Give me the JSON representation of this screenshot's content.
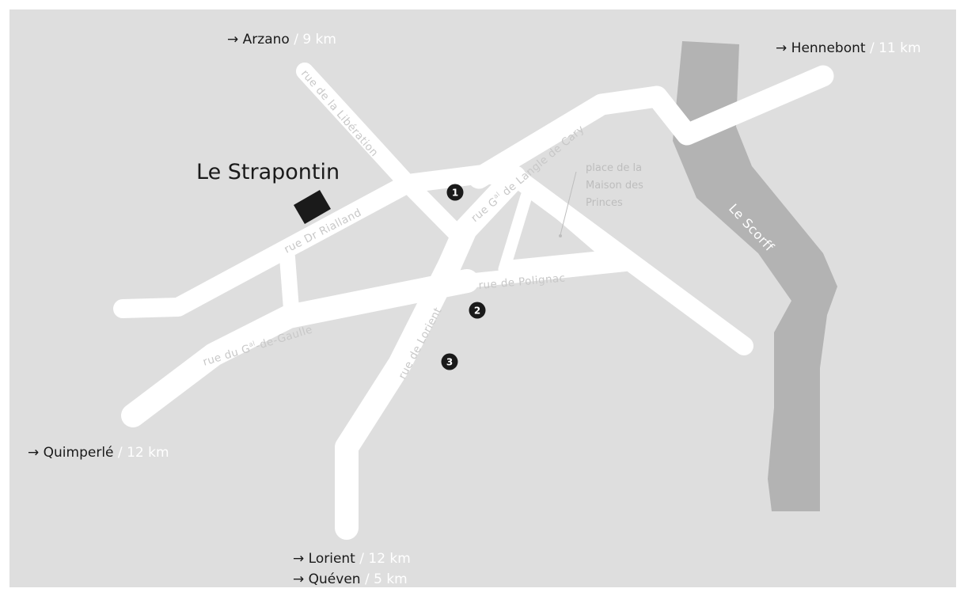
{
  "venue": {
    "name": "Le Strapontin"
  },
  "river": {
    "name": "Le Scorff"
  },
  "place": {
    "lines": [
      "place de la",
      "Maison des",
      "Princes"
    ]
  },
  "streets": {
    "liberation": "rue de la Libération",
    "langle_pre": "rue G",
    "langle_sup": "al",
    "langle_post": " de Langle de Cary",
    "rialland": "rue Dr Rialland",
    "polignac": "rue de Polignac",
    "gaulle_pre": "rue du G",
    "gaulle_sup": "al",
    "gaulle_post": "-de-Gaulle",
    "lorient": "rue de Lorient"
  },
  "destinations": {
    "arzano": {
      "arrow": "→ ",
      "name": "Arzano",
      "distance": " / 9 km"
    },
    "hennebont": {
      "arrow": "→ ",
      "name": "Hennebont",
      "distance": " / 11 km"
    },
    "quimperle": {
      "arrow": "→ ",
      "name": "Quimperlé",
      "distance": " / 12 km"
    },
    "lorient": {
      "arrow": "→ ",
      "name": "Lorient",
      "distance": " / 12 km"
    },
    "queven": {
      "arrow": "→ ",
      "name": "Quéven",
      "distance": " / 5 km"
    }
  },
  "markers": [
    "1",
    "2",
    "3"
  ],
  "colors": {
    "background": "#dedede",
    "road": "#ffffff",
    "river": "#b3b3b3",
    "venue": "#1a1a1a",
    "marker": "#1a1a1a"
  }
}
